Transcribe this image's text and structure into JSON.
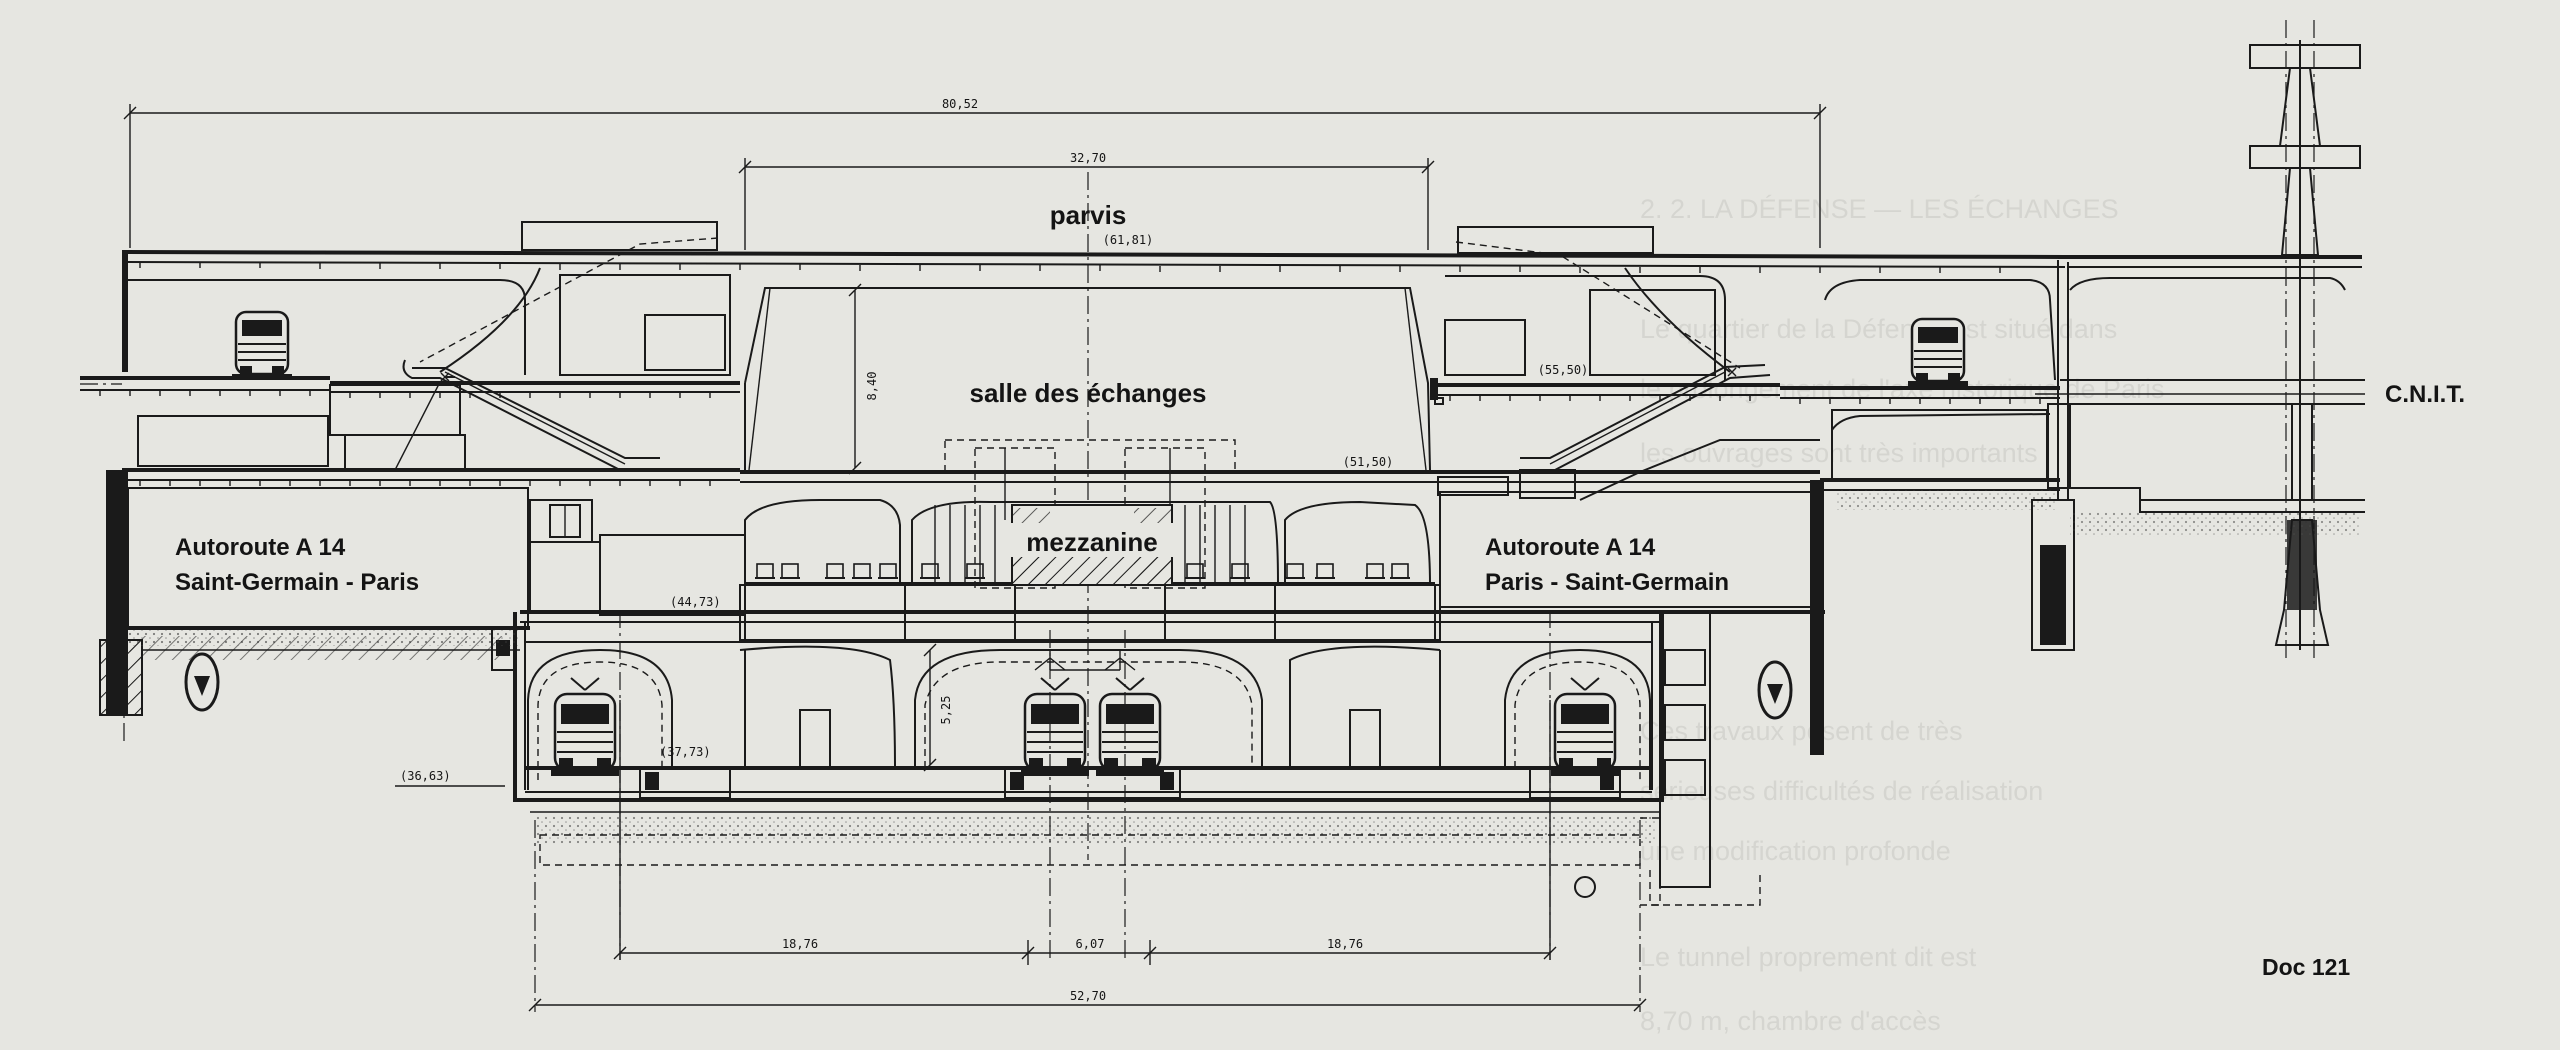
{
  "labels": {
    "parvis": "parvis",
    "salle": "salle des échanges",
    "mezzanine": "mezzanine",
    "left_road_1": "Autoroute A 14",
    "left_road_2": "Saint-Germain - Paris",
    "right_road_1": "Autoroute A 14",
    "right_road_2": "Paris - Saint-Germain",
    "cnit": "C.N.I.T.",
    "doc": "Doc 121"
  },
  "dimensions": {
    "total_top": "80,52",
    "central_top": "32,70",
    "salle_height": "8,40",
    "tunnel_height": "5,25",
    "bottom_left": "18,76",
    "bottom_mid": "6,07",
    "bottom_right": "18,76",
    "bottom_total": "52,70"
  },
  "levels": {
    "parvis": "(61,81)",
    "right_mezz": "(55,50)",
    "salle_floor": "(51,50)",
    "left_mid": "(44,73)",
    "left_rail": "(37,73)",
    "left_base": "(36,63)"
  },
  "colors": {
    "paper": "#e6e6e1",
    "ink": "#1a1a1a"
  }
}
